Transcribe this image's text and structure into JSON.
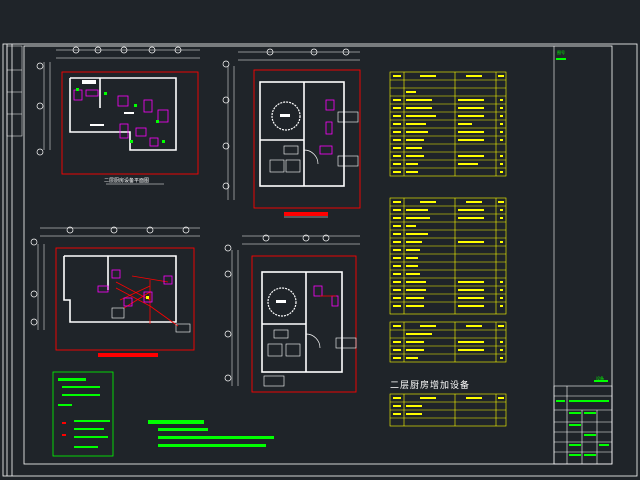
{
  "drawing": {
    "background": "#1f2429",
    "frame_color": "#ffffff",
    "wall_color": "#ffffff",
    "equipment_color": "#ff00ff",
    "pipe_color": "#ff0000",
    "table_color": "#ffff00",
    "note_color": "#00ff00",
    "section_title": "二层厨房增加设备",
    "plan_caption_1": "二层厨房设备平面图",
    "title_block_top_label": "图号",
    "title_block_bottom_label": "设备"
  }
}
